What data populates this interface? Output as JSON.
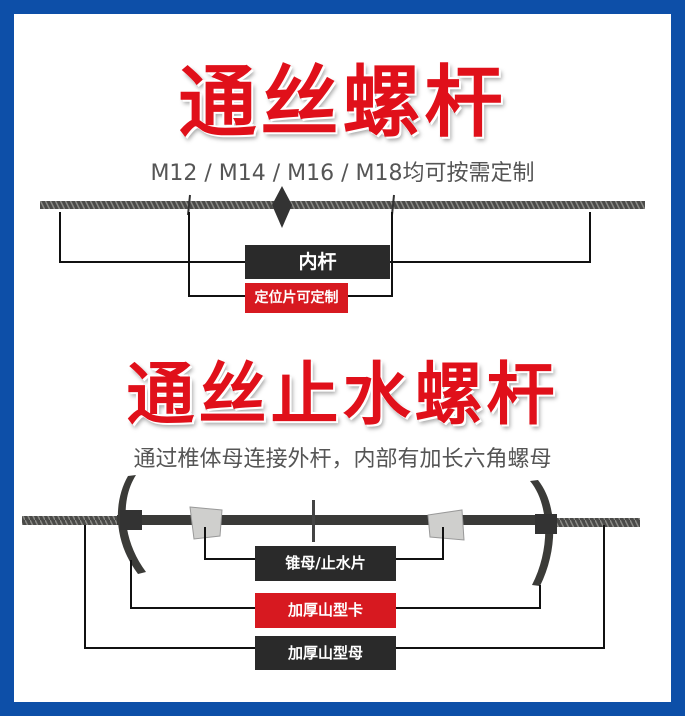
{
  "section1": {
    "title": "通丝螺杆",
    "subtitle": "M12 / M14 / M16 / M18均可按需定制",
    "labels": {
      "inner_rod": "内杆",
      "positioning_plate": "定位片可定制"
    }
  },
  "section2": {
    "title": "通丝止水螺杆",
    "subtitle": "通过椎体母连接外杆，内部有加长六角螺母",
    "labels": {
      "cone_nut": "锥母/止水片",
      "clip": "加厚山型卡",
      "nut": "加厚山型母"
    }
  },
  "colors": {
    "frame": "#0d4fa8",
    "title": "#e0101a",
    "label_dark": "#2a2a2a",
    "label_red": "#d71920"
  }
}
